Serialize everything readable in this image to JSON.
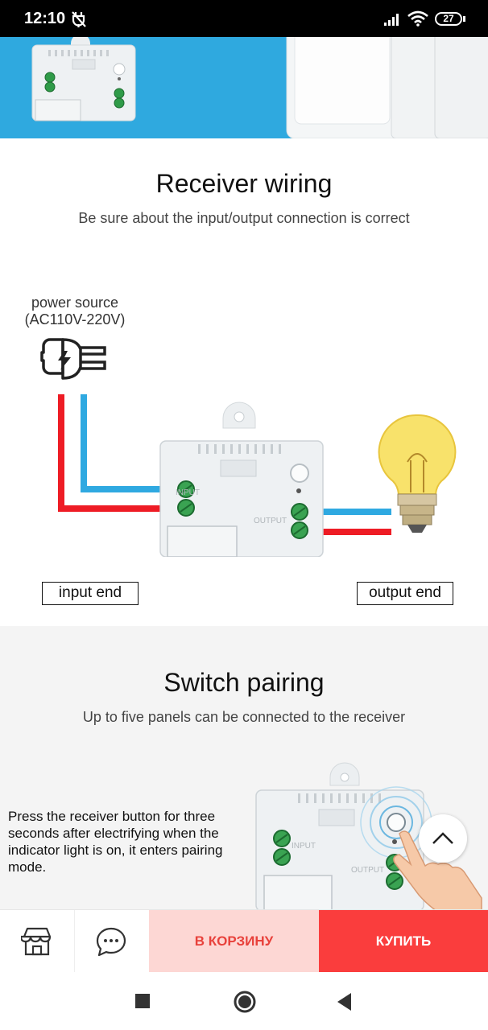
{
  "status_bar": {
    "time": "12:10",
    "battery": "27"
  },
  "wiring": {
    "title": "Receiver wiring",
    "subtitle": "Be sure about the input/output connection is correct",
    "power_label_1": "power source",
    "power_label_2": "(AC110V-220V)",
    "input_label": "input end",
    "output_label": "output end",
    "module_input_text": "INPUT",
    "module_output_text": "OUTPUT"
  },
  "pairing": {
    "title": "Switch pairing",
    "subtitle": "Up to five panels can be connected to the receiver",
    "description": "Press the receiver button for three seconds after electrifying when the indicator light is on, it enters pairing mode.",
    "module_input_text": "INPUT",
    "module_output_text": "OUTPUT"
  },
  "actions": {
    "store_icon": "store-icon",
    "chat_icon": "chat-icon",
    "cart_label": "В КОРЗИНУ",
    "buy_label": "КУПИТЬ",
    "cart_bg": "#fdd7d4",
    "cart_color": "#e8413b",
    "buy_bg": "#fa3d3d"
  },
  "nav": {
    "recent_icon": "square-icon",
    "home_icon": "circle-icon",
    "back_icon": "triangle-back-icon"
  }
}
